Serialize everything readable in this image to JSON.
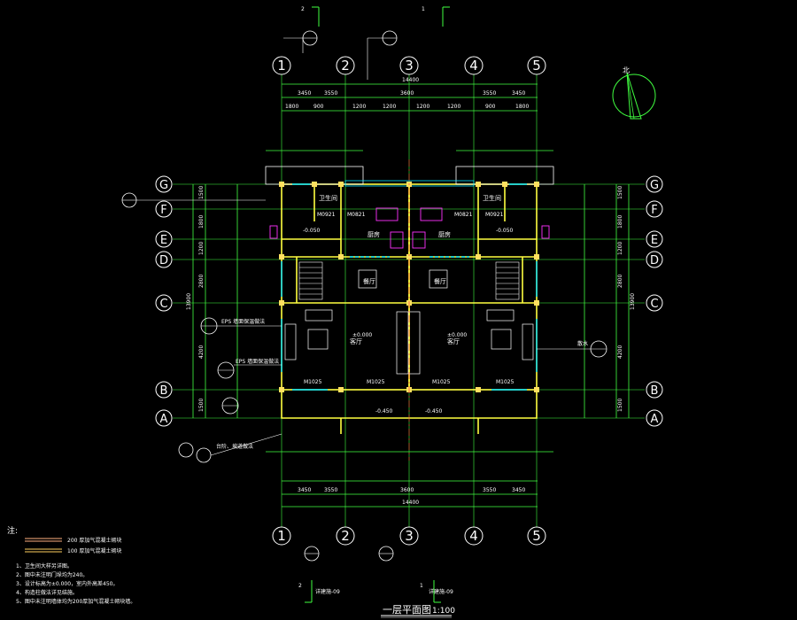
{
  "drawing": {
    "title": "一层平面图",
    "scale": "1:100",
    "north_label": "北"
  },
  "axes": {
    "vertical": [
      "1",
      "2",
      "3",
      "4",
      "5"
    ],
    "horizontal": [
      "A",
      "B",
      "C",
      "D",
      "E",
      "F",
      "G"
    ]
  },
  "section_marks": [
    {
      "number": "1"
    },
    {
      "number": "2"
    }
  ],
  "dimensions": {
    "top_total": "14400",
    "top_mid": [
      "3450",
      "3550",
      "3600",
      "3550",
      "3450"
    ],
    "top_fine": [
      "1800",
      "900",
      "1200",
      "1200",
      "1200",
      "1200",
      "900",
      "1800"
    ],
    "bottom_total": "14400",
    "bottom_mid": [
      "3450",
      "3550",
      "3600",
      "3550",
      "3450"
    ],
    "left_total": "13900",
    "left_parts": [
      "1500",
      "4200",
      "2800",
      "1200",
      "1800",
      "1500"
    ],
    "right_total": "13900",
    "right_parts": [
      "1500",
      "4200",
      "2800",
      "1200",
      "1800",
      "1500"
    ]
  },
  "rooms": [
    {
      "label": "客厅"
    },
    {
      "label": "客厅"
    },
    {
      "label": "餐厅"
    },
    {
      "label": "餐厅"
    },
    {
      "label": "厨房"
    },
    {
      "label": "厨房"
    },
    {
      "label": "卫生间"
    },
    {
      "label": "卫生间"
    },
    {
      "label": "±0.000"
    },
    {
      "label": "±0.000"
    },
    {
      "label": "-0.050"
    },
    {
      "label": "-0.050"
    },
    {
      "label": "-0.450"
    },
    {
      "label": "-0.450"
    }
  ],
  "door_tags": [
    "M1025",
    "M1025",
    "M1025",
    "M1025",
    "M0821",
    "M0821",
    "M0921",
    "M0921"
  ],
  "callouts": [
    {
      "label": "EPS 墙面保温做法"
    },
    {
      "label": "EPS 墙面保温做法"
    },
    {
      "label": "台阶、坡道做法"
    },
    {
      "label": "散水"
    }
  ],
  "legend": {
    "title": "注:",
    "items": [
      {
        "label": "200 厚加气混凝土砌块"
      },
      {
        "label": "100 厚加气混凝土砌块"
      }
    ]
  },
  "notes": [
    "1、卫生间大样另详图。",
    "2、图中未注明门垛均为240。",
    "3、设计标高为±0.000，室内外高差450。",
    "4、构造柱做法详见结施。",
    "5、图中未注明墙体均为200厚加气混凝土砌块墙。"
  ],
  "bottom_refs": [
    {
      "label": "详建施-09"
    },
    {
      "label": "详建施-09"
    }
  ],
  "colors": {
    "wall": "#ffff40",
    "dimension": "#40ff40",
    "axis": "#ffffff",
    "furniture": "#ff30ff",
    "window": "#00e0ff",
    "column": "#ffe060",
    "center_line": "#ff3030"
  }
}
